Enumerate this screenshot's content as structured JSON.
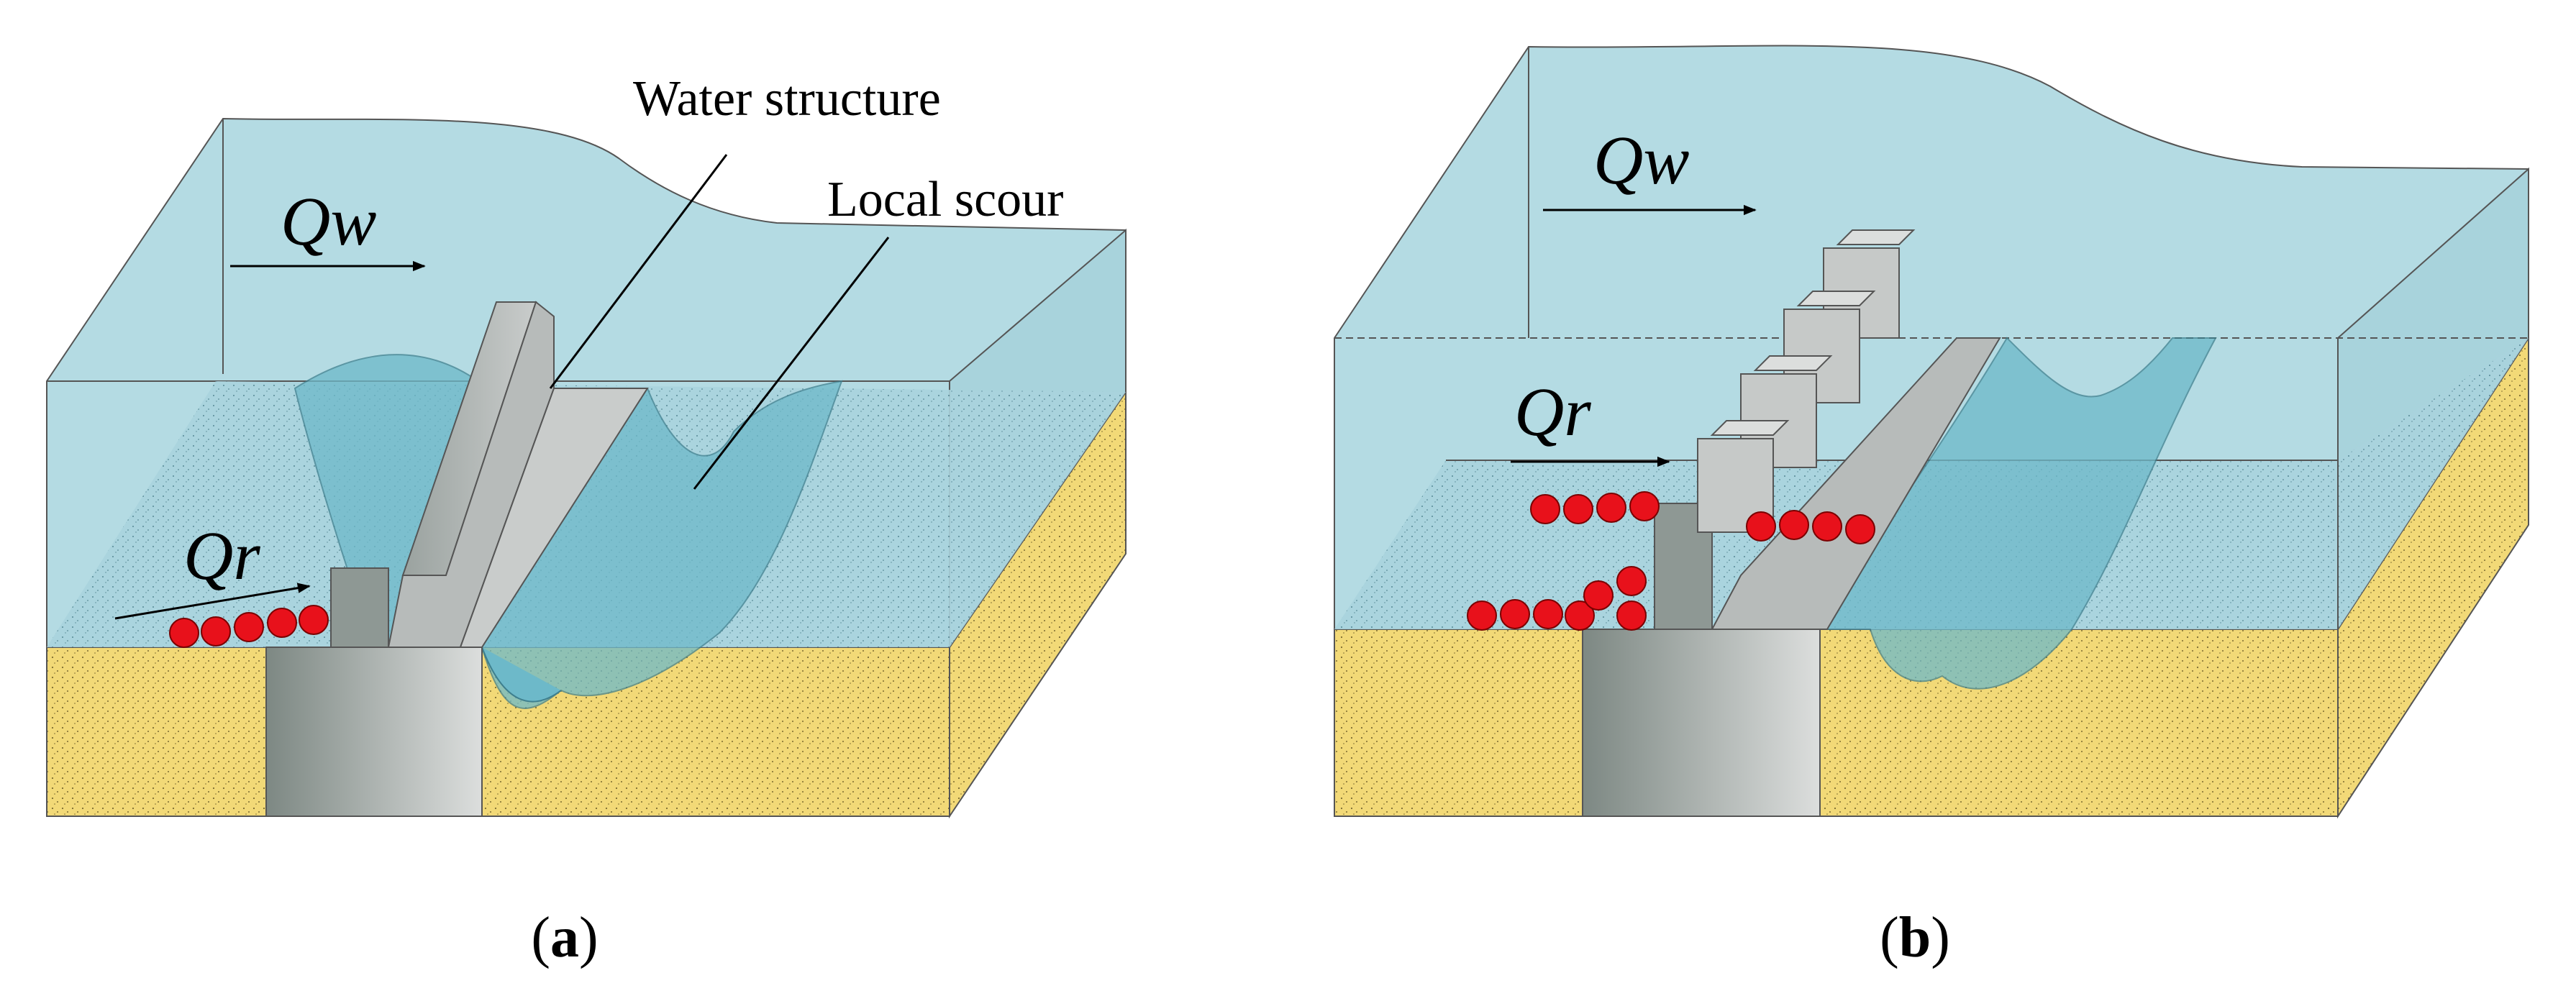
{
  "panel_a": {
    "flow_water_label": "Qw",
    "flow_sediment_label": "Qr",
    "callout_structure": "Water structure",
    "callout_scour": "Local scour",
    "caption_open": "(",
    "caption_letter": "a",
    "caption_close": ")"
  },
  "panel_b": {
    "flow_water_label": "Qw",
    "flow_sediment_label": "Qr",
    "caption_open": "(",
    "caption_letter": "b",
    "caption_close": ")"
  },
  "colors": {
    "water": "#b4dbe3",
    "water_dark": "#6db9c9",
    "sand": "#f2d977",
    "structure": "#a9aeac",
    "particle": "#e8111b"
  }
}
